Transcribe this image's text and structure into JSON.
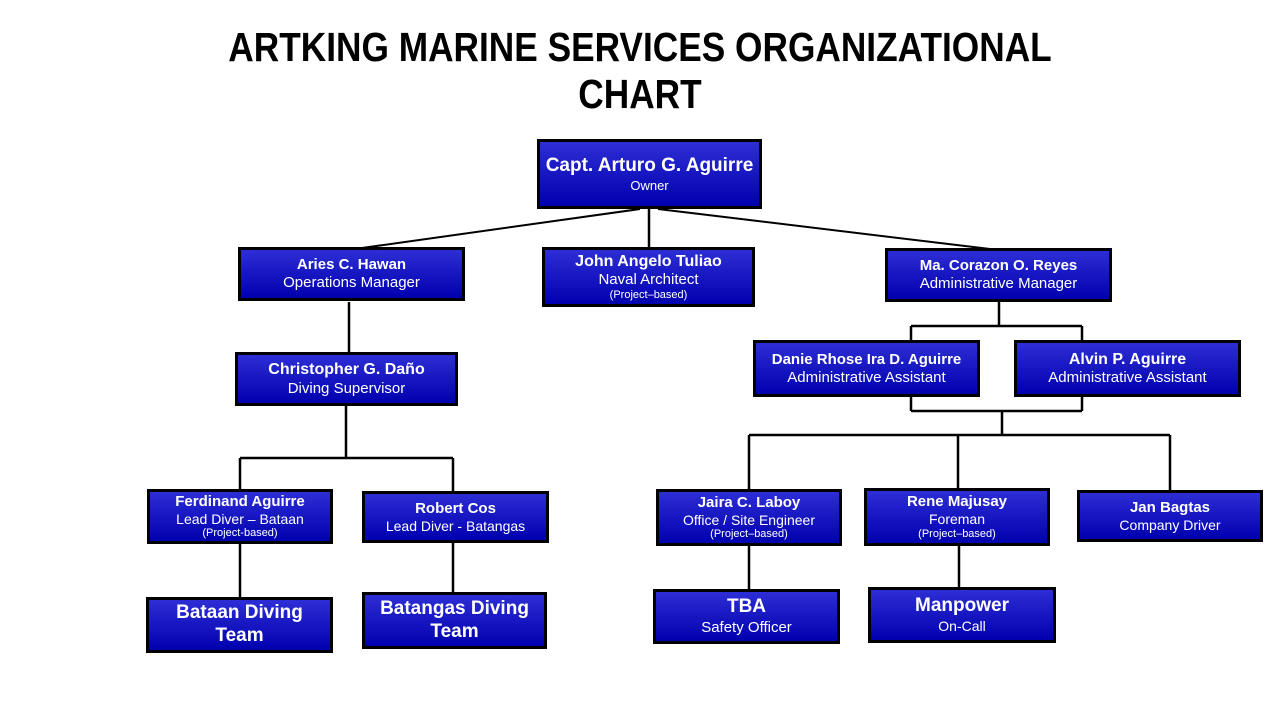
{
  "title": {
    "line1": "ARTKING MARINE SERVICES ORGANIZATIONAL",
    "line2": "CHART"
  },
  "colors": {
    "node-top": "#2e2ed6",
    "node-bottom": "#0000ae",
    "node-border": "#000000",
    "node-text": "#ffffff",
    "line": "#000000",
    "title-color": "#000000",
    "bg": "#ffffff"
  },
  "nodes": [
    {
      "name": "Capt. Arturo G. Aguirre",
      "title": "Owner",
      "reports_to": null
    },
    {
      "name": "Aries C. Hawan",
      "title": "Operations Manager",
      "reports_to": "Capt. Arturo G. Aguirre"
    },
    {
      "name": "John Angelo Tuliao",
      "title": "Naval Architect",
      "note": "(Project–based)",
      "reports_to": "Capt. Arturo G. Aguirre"
    },
    {
      "name": "Ma. Corazon O. Reyes",
      "title": "Administrative Manager",
      "reports_to": "Capt. Arturo G. Aguirre"
    },
    {
      "name": "Christopher G. Daño",
      "title": "Diving Supervisor",
      "reports_to": "Aries C. Hawan"
    },
    {
      "name": "Danie Rhose Ira D. Aguirre",
      "title": "Administrative Assistant",
      "reports_to": "Ma. Corazon O. Reyes"
    },
    {
      "name": "Alvin P. Aguirre",
      "title": "Administrative Assistant",
      "reports_to": "Ma. Corazon O. Reyes"
    },
    {
      "name": "Ferdinand Aguirre",
      "title": "Lead Diver – Bataan",
      "note": "(Project-based)",
      "reports_to": "Christopher G. Daño"
    },
    {
      "name": "Robert Cos",
      "title": "Lead Diver - Batangas",
      "reports_to": "Christopher G. Daño"
    },
    {
      "name": "Jaira C. Laboy",
      "title": "Office / Site Engineer",
      "note": "(Project–based)",
      "reports_to": "Administrative Assistants"
    },
    {
      "name": "Rene Majusay",
      "title": "Foreman",
      "note": "(Project–based)",
      "reports_to": "Administrative Assistants"
    },
    {
      "name": "Jan Bagtas",
      "title": "Company Driver",
      "reports_to": "Administrative Assistants"
    },
    {
      "name": "Bataan Diving Team",
      "title": "",
      "reports_to": "Ferdinand Aguirre"
    },
    {
      "name": "Batangas Diving Team",
      "title": "",
      "reports_to": "Robert Cos"
    },
    {
      "name": "TBA",
      "title": "Safety Officer",
      "reports_to": "Jaira C. Laboy"
    },
    {
      "name": "Manpower",
      "title": "On-Call",
      "reports_to": "Rene Majusay"
    }
  ]
}
